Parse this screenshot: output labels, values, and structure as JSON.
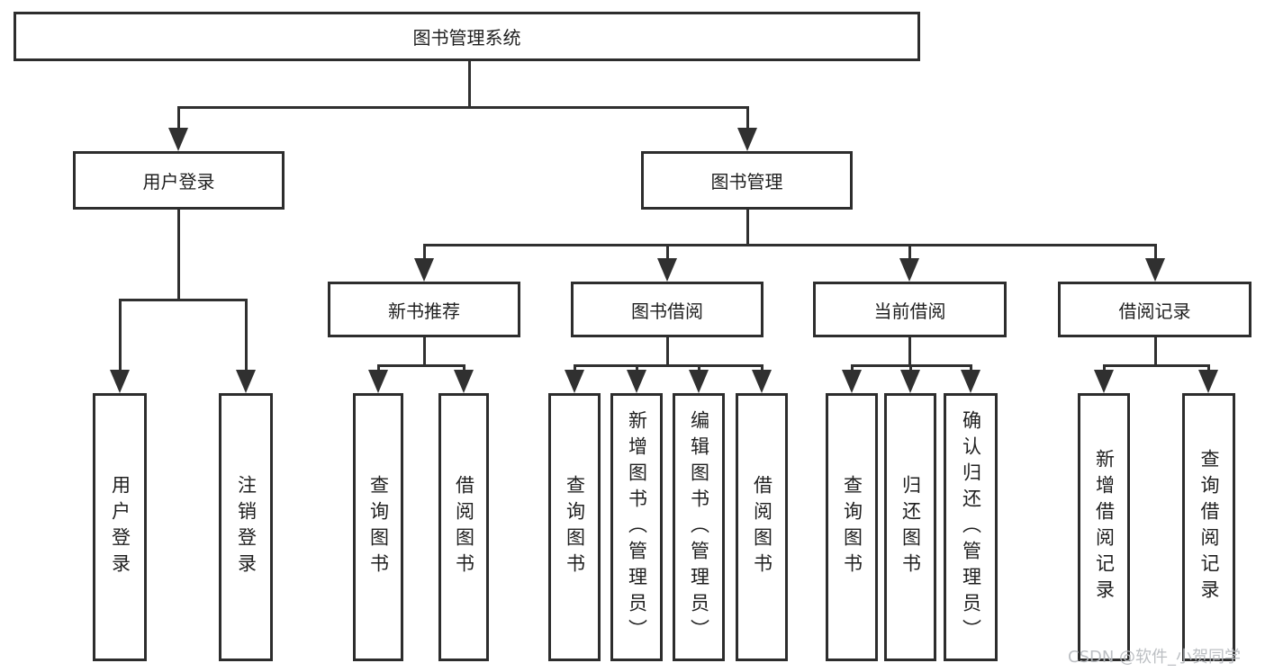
{
  "diagram": {
    "root": {
      "label": "图书管理系统",
      "children": [
        {
          "label": "用户登录",
          "children": [
            {
              "label": "用户登录"
            },
            {
              "label": "注销登录"
            }
          ]
        },
        {
          "label": "图书管理",
          "children": [
            {
              "label": "新书推荐",
              "children": [
                {
                  "label": "查询图书"
                },
                {
                  "label": "借阅图书"
                }
              ]
            },
            {
              "label": "图书借阅",
              "children": [
                {
                  "label": "查询图书"
                },
                {
                  "label": "新增图书（管理员）"
                },
                {
                  "label": "编辑图书（管理员）"
                },
                {
                  "label": "借阅图书"
                }
              ]
            },
            {
              "label": "当前借阅",
              "children": [
                {
                  "label": "查询图书"
                },
                {
                  "label": "归还图书"
                },
                {
                  "label": "确认归还（管理员）"
                }
              ]
            },
            {
              "label": "借阅记录",
              "children": [
                {
                  "label": "新增借阅记录"
                },
                {
                  "label": "查询借阅记录"
                }
              ]
            }
          ]
        }
      ]
    },
    "colors": {
      "line": "#303030",
      "border": "#2d2d2d",
      "text": "#1f1f1f",
      "watermark": "#b6babe",
      "background": "#ffffff"
    }
  },
  "watermark": {
    "text": "CSDN @软件_小贺同学"
  }
}
